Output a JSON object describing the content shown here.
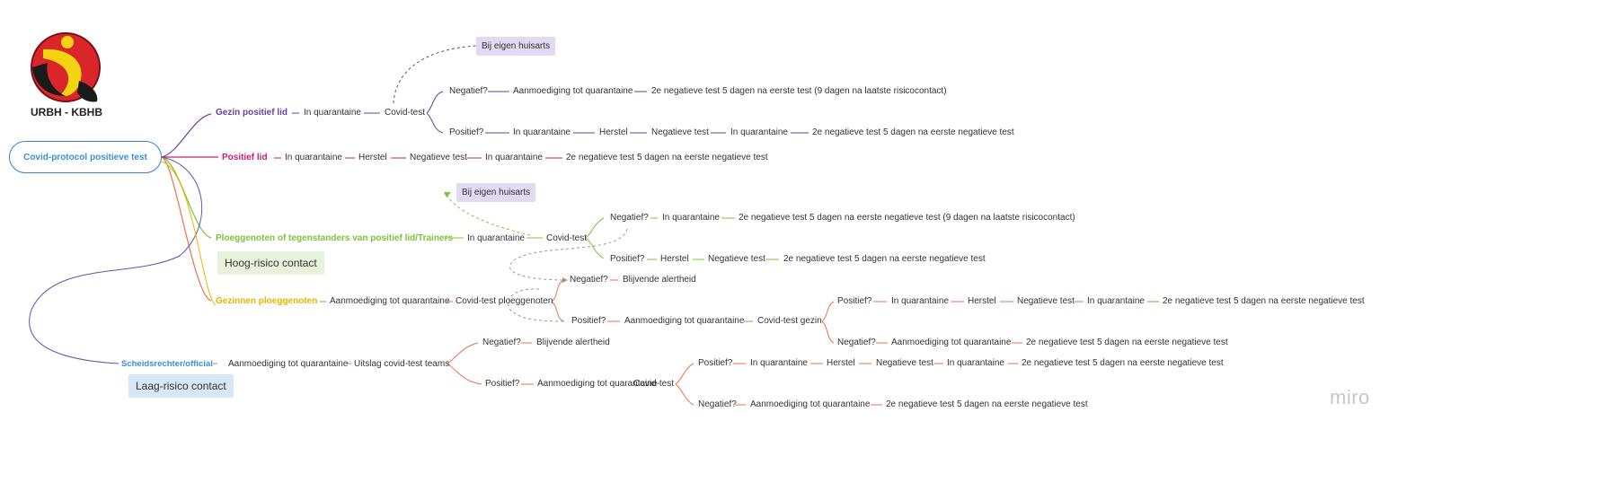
{
  "logo": {
    "text": "URBH - KBHB",
    "icon": "urbh-kbhb-logo-icon"
  },
  "root": "Covid-protocol positieve test",
  "watermark": "miro",
  "colors": {
    "purple": "#6b3fa0",
    "magenta": "#c8206e",
    "green": "#7cc43a",
    "yellow": "#e8b400",
    "orange": "#e8734a",
    "blue": "#3a8fd9",
    "navy": "#5a5aaa",
    "grey": "#999999"
  },
  "gezin": {
    "label": "Gezin positief lid",
    "quarantaine": "In quarantaine",
    "test": "Covid-test",
    "huisarts": "Bij eigen huisarts",
    "neg": "Negatief?",
    "neg_steps": [
      "Aanmoediging tot quarantaine",
      "2e negatieve test 5 dagen na eerste test (9 dagen na laatste risicocontact)"
    ],
    "pos": "Positief?",
    "pos_steps": [
      "In quarantaine",
      "Herstel",
      "Negatieve test",
      "In quarantaine",
      "2e negatieve test 5 dagen na eerste negatieve test"
    ]
  },
  "positief": {
    "label": "Positief lid",
    "steps": [
      "In quarantaine",
      "Herstel",
      "Negatieve test",
      "In quarantaine",
      "2e negatieve test 5 dagen na eerste negatieve test"
    ]
  },
  "ploeg": {
    "label": "Ploeggenoten of tegenstanders van positief lid/Trainers",
    "tag": "Hoog-risico contact",
    "quarantaine": "In quarantaine",
    "test": "Covid-test",
    "huisarts": "Bij eigen huisarts",
    "neg": "Negatief?",
    "neg_steps": [
      "In quarantaine",
      "2e negatieve test 5 dagen na eerste negatieve test (9 dagen na laatste risicocontact)"
    ],
    "pos": "Positief?",
    "pos_steps": [
      "Herstel",
      "Negatieve test",
      "2e negatieve test 5 dagen na eerste negatieve test"
    ]
  },
  "gezinnen": {
    "label": "Gezinnen ploeggenoten",
    "aanm": "Aanmoediging tot quarantaine",
    "test": "Covid-test ploeggenoten",
    "neg": "Negatief?",
    "neg_step": "Blijvende alertheid",
    "pos": "Positief?",
    "pos_steps": [
      "Aanmoediging tot quarantaine",
      "Covid-test gezin"
    ],
    "gezin_pos": "Positief?",
    "gezin_pos_steps": [
      "In quarantaine",
      "Herstel",
      "Negatieve test",
      "In quarantaine",
      "2e negatieve test 5 dagen na eerste negatieve test"
    ],
    "gezin_neg": "Negatief?",
    "gezin_neg_steps": [
      "Aanmoediging tot quarantaine",
      "2e negatieve test 5 dagen na eerste negatieve test"
    ]
  },
  "scheids": {
    "label": "Scheidsrechter/official",
    "tag": "Laag-risico contact",
    "aanm": "Aanmoediging tot quarantaine",
    "uitslag": "Uitslag covid-test teams",
    "neg": "Negatief?",
    "neg_step": "Blijvende alertheid",
    "pos": "Positief?",
    "pos_aanm": "Aanmoediging tot quarantaine",
    "pos_test": "Covid-test",
    "pp": "Positief?",
    "pp_steps": [
      "In quarantaine",
      "Herstel",
      "Negatieve test",
      "In quarantaine",
      "2e negatieve test 5 dagen na eerste negatieve test"
    ],
    "pn": "Negatief?",
    "pn_steps": [
      "Aanmoediging tot quarantaine",
      "2e negatieve test 5 dagen na eerste negatieve test"
    ]
  }
}
